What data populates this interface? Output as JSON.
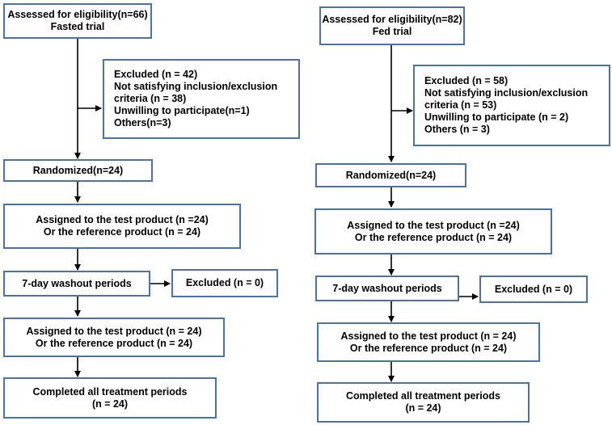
{
  "fasted": {
    "eligibility": [
      "Assessed for eligibility(n=66)",
      "Fasted trial"
    ],
    "excluded": [
      "Excluded (n = 42)",
      "Not satisfying inclusion/exclusion",
      "criteria (n = 38)",
      "Unwilling to participate(n=1)",
      "Others(n=3)"
    ],
    "randomized": "Randomized(n=24)",
    "assigned1": [
      "Assigned to the test product (n =24)",
      "Or the reference product (n = 24)"
    ],
    "washout": "7-day washout periods",
    "washout_excluded": "Excluded (n = 0)",
    "assigned2": [
      "Assigned to the test product (n = 24)",
      "Or the reference product (n = 24)"
    ],
    "completed": [
      "Completed all treatment periods",
      "(n = 24)"
    ]
  },
  "fed": {
    "eligibility": [
      "Assessed for eligibility(n=82)",
      "Fed trial"
    ],
    "excluded": [
      "Excluded (n = 58)",
      "Not satisfying inclusion/exclusion",
      "criteria (n = 53)",
      "Unwilling to participate (n = 2)",
      "Others (n = 3)"
    ],
    "randomized": "Randomized(n=24)",
    "assigned1": [
      "Assigned to the test product (n =24)",
      "Or the reference product (n = 24)"
    ],
    "washout": "7-day washout periods",
    "washout_excluded": "Excluded (n = 0)",
    "assigned2": [
      "Assigned to the test product (n = 24)",
      "Or the reference product (n = 24)"
    ],
    "completed": [
      "Completed all treatment periods",
      "(n = 24)"
    ]
  },
  "colors": {
    "box_border": "#4a74a8",
    "connector": "#000000"
  }
}
